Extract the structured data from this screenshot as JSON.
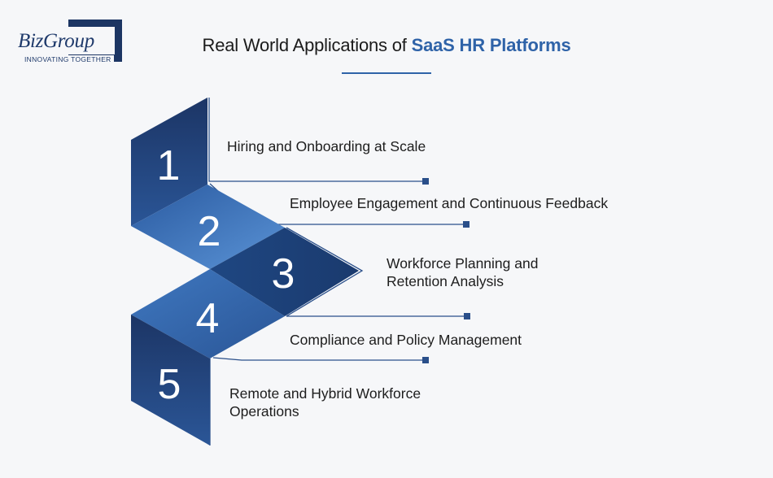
{
  "logo": {
    "name": "BizGroup",
    "tagline": "INNOVATING TOGETHER"
  },
  "title": {
    "prefix": "Real World Applications of ",
    "accent": "SaaS HR Platforms"
  },
  "steps": [
    {
      "number": "1",
      "label": "Hiring and Onboarding at Scale"
    },
    {
      "number": "2",
      "label": "Employee Engagement and Continuous Feedback"
    },
    {
      "number": "3",
      "label": "Workforce Planning and Retention Analysis"
    },
    {
      "number": "4",
      "label": "Compliance and Policy Management"
    },
    {
      "number": "5",
      "label": "Remote and Hybrid Workforce Operations"
    }
  ],
  "colors": {
    "accent": "#2f63a8",
    "navy": "#1c3563",
    "line": "#2a4f8a"
  }
}
